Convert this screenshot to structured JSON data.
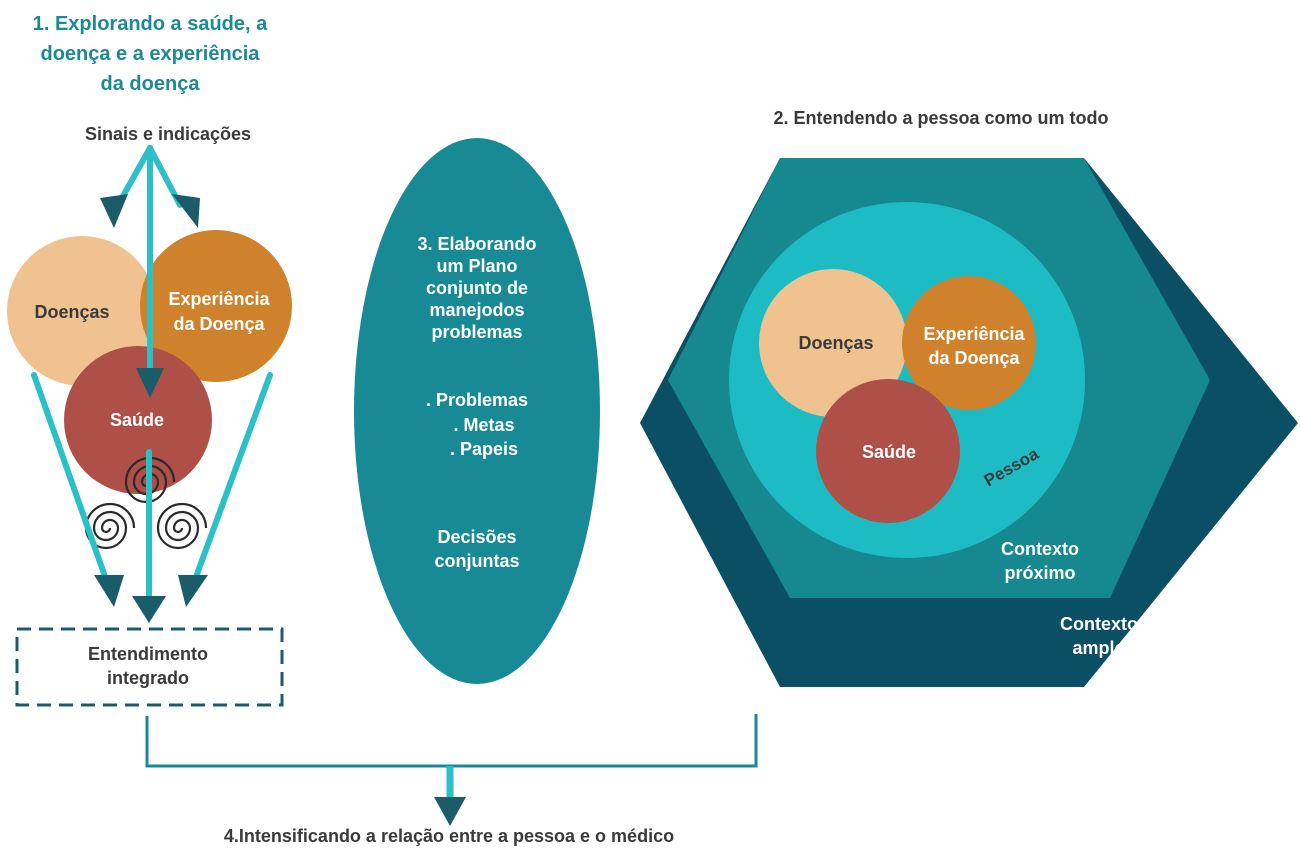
{
  "section1": {
    "title_lines": [
      "1. Explorando a saúde, a",
      "doença e a experiência",
      "da doença"
    ],
    "signs_label": "Sinais e indicações",
    "circle_diseases": "Doenças",
    "circle_experience_lines": [
      "Experiência",
      "da Doença"
    ],
    "circle_health": "Saúde",
    "result_lines": [
      "Entendimento",
      "integrado"
    ]
  },
  "section2": {
    "title": "2. Entendendo a pessoa como um todo",
    "circle_diseases": "Doenças",
    "circle_experience_lines": [
      "Experiência",
      "da Doença"
    ],
    "circle_health": "Saúde",
    "person_label": "Pessoa",
    "near_context_lines": [
      "Contexto",
      "próximo"
    ],
    "wide_context_lines": [
      "Contexto",
      "amplo"
    ]
  },
  "section3": {
    "title_lines": [
      "3. Elaborando",
      "um Plano",
      "conjunto de",
      "manejodos",
      "problemas"
    ],
    "items": [
      ". Problemas",
      ". Metas",
      ". Papeis"
    ],
    "decision_lines": [
      "Decisões",
      "conjuntas"
    ]
  },
  "section4": {
    "title": "4.Intensificando a relação entre a pessoa e o médico"
  },
  "colors": {
    "teal_title": "#1a8a96",
    "arrow_cyan": "#2bbfc8",
    "arrow_head": "#1b5c6b",
    "ellipse": "#178a96",
    "hex_outer": "#0a4f63",
    "hex_middle": "#15898f",
    "circle_inner": "#1dbcc4",
    "disease": "#efc28f",
    "experience": "#cf822b",
    "health": "#ae5048",
    "text_dark": "#3a3a3a"
  }
}
